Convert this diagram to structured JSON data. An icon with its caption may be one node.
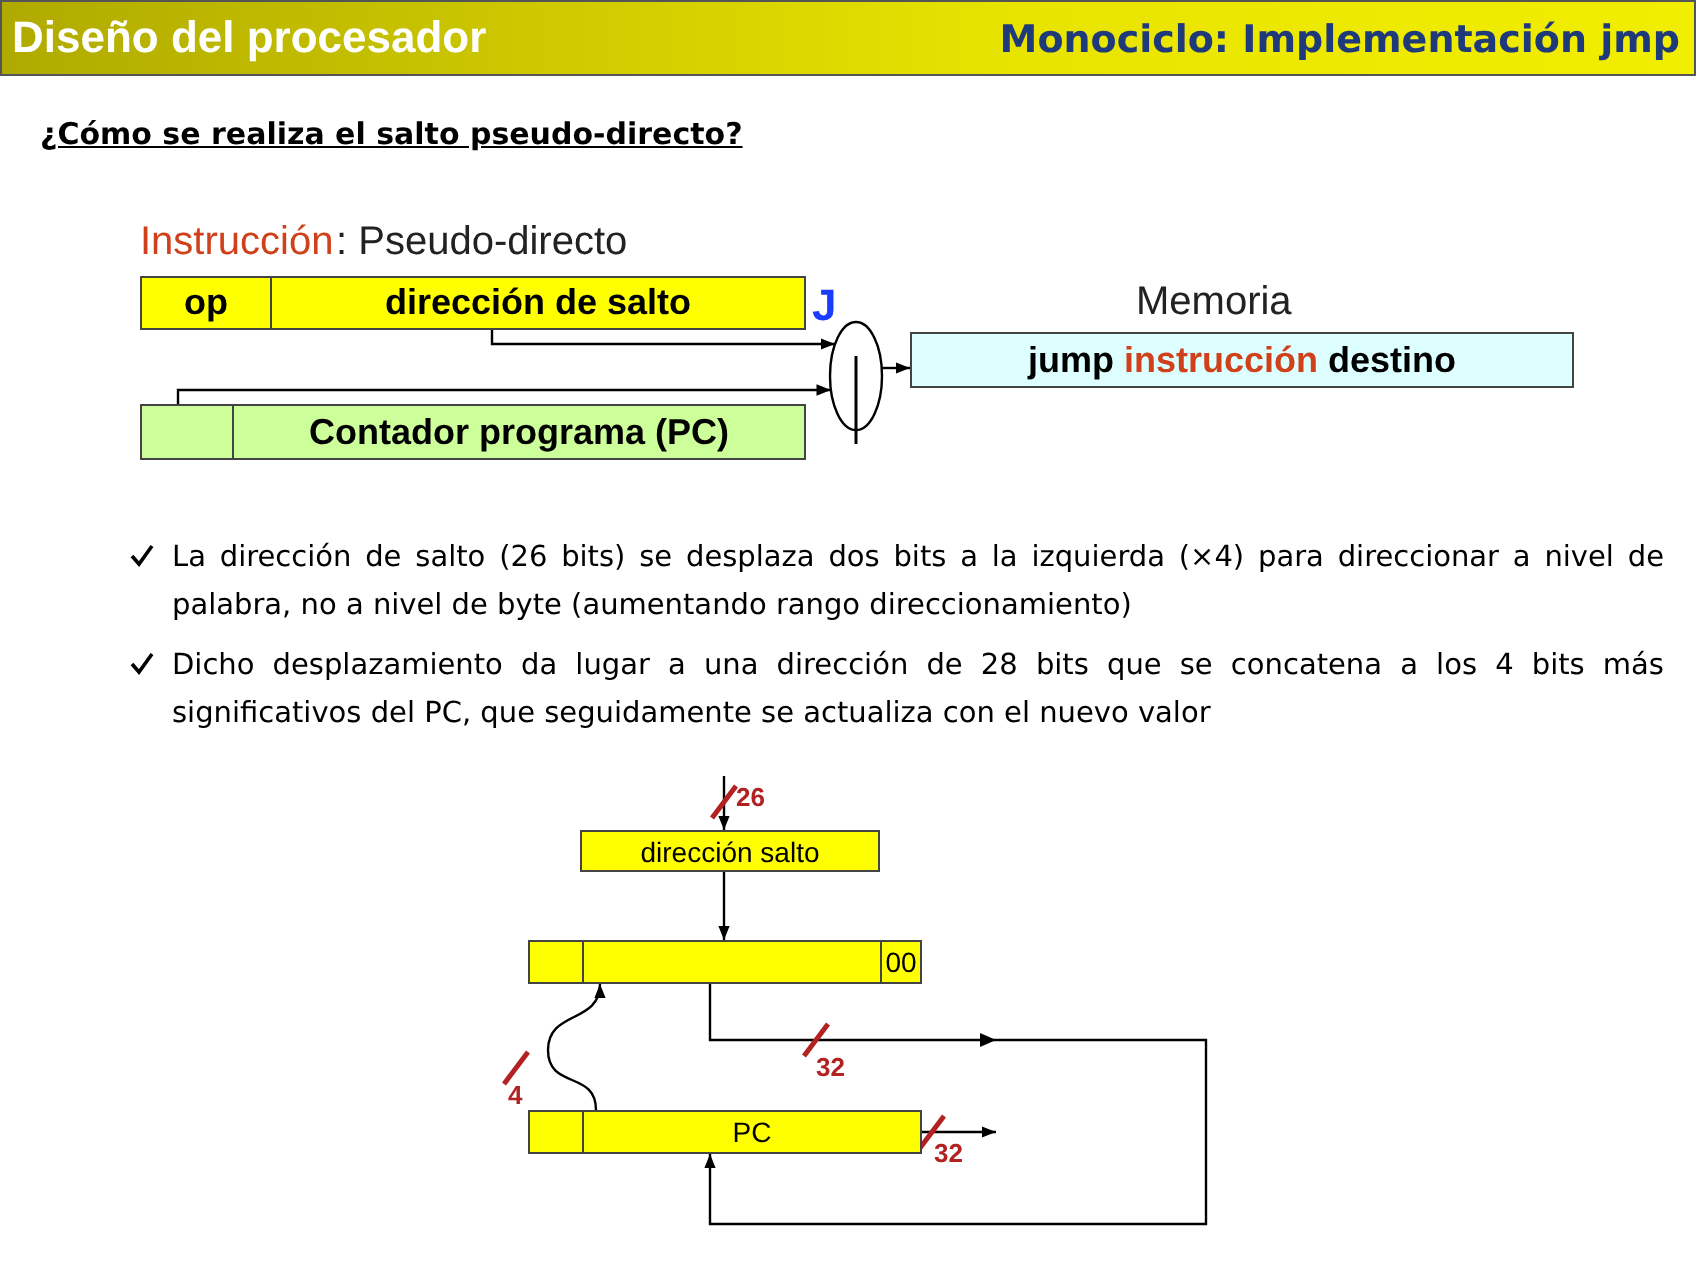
{
  "diagram": {
    "title": "Diseño del procesador",
    "nodes": [
      {
        "text": [
          "op"
        ]
      },
      {
        "text": [
          "dirección de salto"
        ]
      },
      {
        "text": [],
        "shape": "box"
      },
      {
        "text": [
          "Contador programa (PC)"
        ]
      },
      {
        "text": [],
        "shape": "ellipse",
        "beside": [
          "J"
        ]
      },
      {
        "text": [
          "jump",
          "instrucción",
          "destino"
        ],
        "beside": [
          "Memoria"
        ]
      },
      {
        "text": [
          "dirección salto"
        ]
      },
      {
        "text": [],
        "shape": "box"
      },
      {
        "text": [],
        "shape": "box"
      },
      {
        "text": [
          "00"
        ]
      },
      {
        "text": [],
        "shape": "box"
      },
      {
        "text": [
          "PC"
        ]
      }
    ],
    "edges": [
      {
        "from": 1,
        "to": 4,
        "arrow": "to"
      },
      {
        "from": 2,
        "to": 4,
        "arrow": "to"
      },
      {
        "from": 4,
        "to": 5,
        "arrow": "to"
      },
      {
        "from": null,
        "to": 6,
        "arrow": "to",
        "label": "26"
      },
      {
        "from": 6,
        "to": 8,
        "arrow": "to"
      },
      {
        "from": 11,
        "to": 8,
        "arrow": "to",
        "label": "4"
      },
      {
        "from": 8,
        "to": 11,
        "arrow": "to",
        "label": "32"
      },
      {
        "from": 11,
        "to": null,
        "arrow": "to",
        "label": "32"
      }
    ],
    "labels": [
      "Monociclo: Implementación jmp",
      "¿Cómo se realiza el salto pseudo-directo?",
      "Instrucción",
      ": Pseudo-directo",
      "La dirección de salto (26 bits) se desplaza dos bits a la izquierda (×4) para direccionar a nivel de palabra, no a nivel de byte (aumentando rango direccionamiento)",
      "Dicho desplazamiento da lugar a una dirección de 28 bits que se concatena a los 4 bits más significativos del PC, que seguidamente se actualiza con el nuevo valor"
    ]
  }
}
